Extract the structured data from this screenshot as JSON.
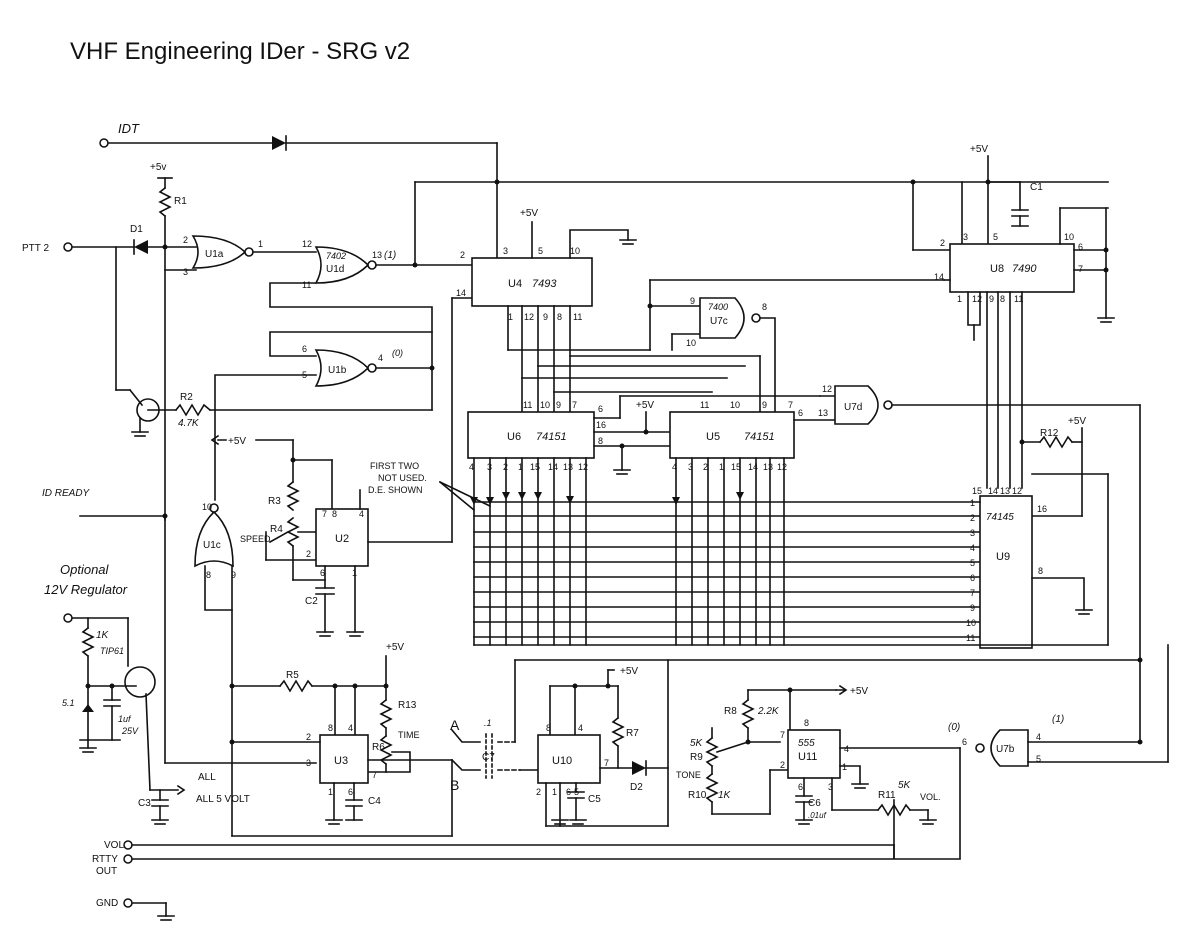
{
  "title": "VHF Engineering IDer - SRG v2",
  "ports": {
    "idt": "IDT",
    "ptt2": "PTT 2",
    "id_ready": "ID READY",
    "vol": "VOL",
    "rtty_out": "RTTY OUT",
    "gnd": "GND",
    "all_5_volt": "ALL 5 VOLT"
  },
  "supplies": {
    "plus5v": "+5V",
    "plus5v_lower": "+5v"
  },
  "chips": {
    "u1a": "U1a",
    "u1b": "U1b",
    "u1c": "U1c",
    "u1d": "U1d",
    "u1d_part": "7402",
    "u2": "U2",
    "u3": "U3",
    "u4": "U4",
    "u4_part": "7493",
    "u5": "U5",
    "u5_part": "74151",
    "u6": "U6",
    "u6_part": "74151",
    "u7b": "U7b",
    "u7c": "U7c",
    "u7c_part": "7400",
    "u7d": "U7d",
    "u8": "U8",
    "u8_part": "7490",
    "u9": "U9",
    "u9_part": "74145",
    "u10": "U10",
    "u11": "U11",
    "u11_part": "555"
  },
  "components": {
    "r1": "R1",
    "r2": "R2",
    "r2_val": "4.7K",
    "r3": "R3",
    "r4": "R4",
    "r5": "R5",
    "r6": "R6",
    "r7": "R7",
    "r8": "R8",
    "r8_val": "2.2K",
    "r9": "R9",
    "r9_val": "5K",
    "r10": "R10",
    "r10_val": "1K",
    "r11": "R11",
    "r11_val": "5K",
    "r12": "R12",
    "r13": "R13",
    "c1": "C1",
    "c2": "C2",
    "c3": "C3",
    "c4": "C4",
    "c5": "C5",
    "c6": "C6",
    "c6_val": ".01uf",
    "c7": "C7",
    "c7_val": ".1",
    "d1": "D1",
    "d2": "D2"
  },
  "labels": {
    "speed": "SPEED",
    "time": "TIME",
    "tone": "TONE",
    "vol": "VOL.",
    "first_two": [
      "FIRST TWO",
      "NOT USED.",
      "D.E. SHOWN"
    ],
    "point_a": "A",
    "point_b": "B",
    "logic_1": "(1)",
    "logic_0": "(0)"
  },
  "regulator": {
    "title": [
      "Optional",
      "12V Regulator"
    ],
    "r_val": "1K",
    "transistor": "TIP61",
    "zener_val": "5.1",
    "cap_val": "1uf",
    "cap_volt": "25V"
  }
}
